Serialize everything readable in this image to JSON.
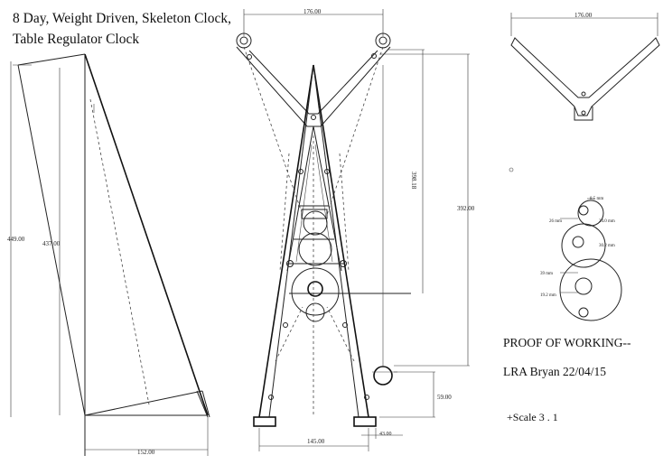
{
  "title": {
    "line1": "8 Day, Weight Driven, Skeleton Clock,",
    "line2": "Table Regulator Clock"
  },
  "dimensions": {
    "frame_top_width": "176.00",
    "left_height_outer": "449.00",
    "left_height_inner": "437.00",
    "base_width_left": "152.00",
    "inner_height": "398.18",
    "overall_height": "392.00",
    "foot_span": "145.00",
    "weight_drop": "59.00",
    "foot_width": "43.00",
    "side_view_width": "176.00"
  },
  "wheel_labels": {
    "w1": "8.5 mm",
    "w2": "26 mm",
    "w3": "24.0 mm",
    "w4": "30.2 mm",
    "w5": "39 mm",
    "w6": "19.2 mm"
  },
  "notes": {
    "proof": "PROOF OF WORKING--",
    "author": "LRA Bryan  22/04/15",
    "scale": "+Scale 3 . 1"
  }
}
